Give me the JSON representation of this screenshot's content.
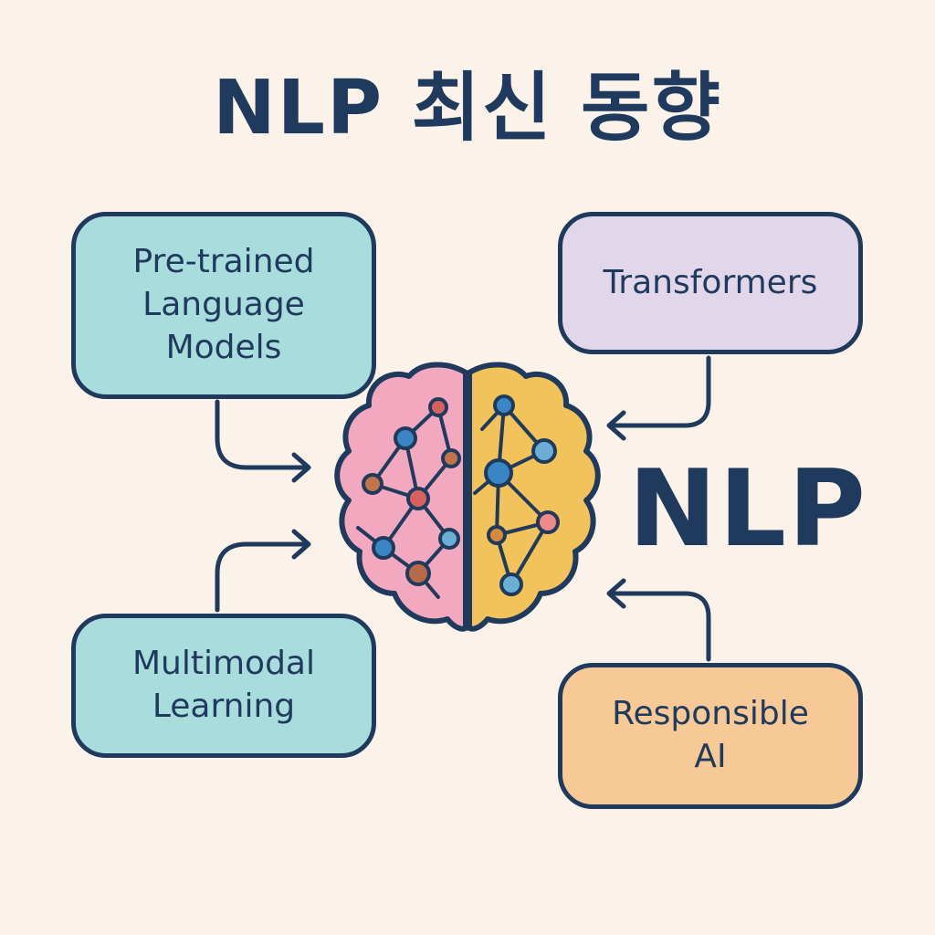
{
  "title": "NLP 최신 동향",
  "center_label": "NLP",
  "boxes": {
    "pretrained": "Pre-trained\nLanguage\nModels",
    "transformers": "Transformers",
    "multimodal": "Multimodal\nLearning",
    "responsible": "Responsible\nAI"
  },
  "colors": {
    "ink": "#1f3a5c",
    "background": "#fbf3e9",
    "teal_box": "#a9dcdc",
    "lavender_box": "#e2d6ea",
    "orange_box": "#f6c996",
    "brain_left": "#f2a9bf",
    "brain_right": "#f2c35a"
  },
  "icons": [
    "brain-network-icon",
    "arrow-icon"
  ]
}
